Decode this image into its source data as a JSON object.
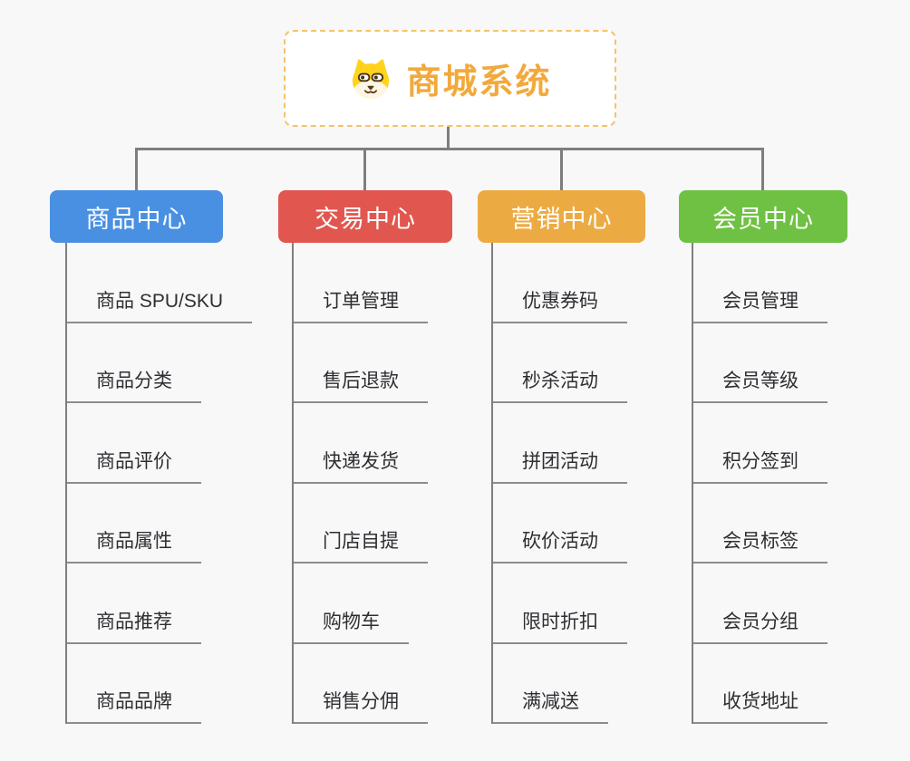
{
  "page": {
    "background_color": "#f8f8f8",
    "connector_color": "#7e7e7e",
    "child_line_color": "#8c8c8c"
  },
  "root": {
    "title": "商城系统",
    "icon": "dog-face-icon",
    "text_color": "#f2a93c",
    "border_color": "#f6c36a"
  },
  "branches": [
    {
      "label": "商品中心",
      "color": "#4a90e2",
      "children": [
        "商品 SPU/SKU",
        "商品分类",
        "商品评价",
        "商品属性",
        "商品推荐",
        "商品品牌"
      ]
    },
    {
      "label": "交易中心",
      "color": "#e15750",
      "children": [
        "订单管理",
        "售后退款",
        "快递发货",
        "门店自提",
        "购物车",
        "销售分佣"
      ]
    },
    {
      "label": "营销中心",
      "color": "#ecab42",
      "children": [
        "优惠券码",
        "秒杀活动",
        "拼团活动",
        "砍价活动",
        "限时折扣",
        "满减送"
      ]
    },
    {
      "label": "会员中心",
      "color": "#6fc143",
      "children": [
        "会员管理",
        "会员等级",
        "积分签到",
        "会员标签",
        "会员分组",
        "收货地址"
      ]
    }
  ]
}
